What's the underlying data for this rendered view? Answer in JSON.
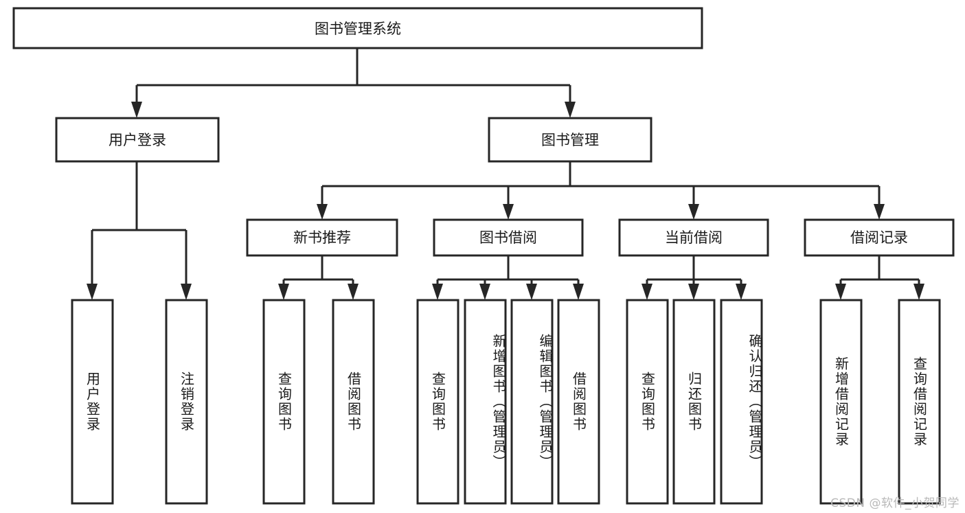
{
  "diagram": {
    "type": "tree-hierarchy",
    "title": "图书管理系统",
    "root": {
      "id": "root",
      "label": "图书管理系统",
      "orientation": "horizontal"
    },
    "level2": [
      {
        "id": "user-login",
        "label": "用户登录",
        "orientation": "horizontal"
      },
      {
        "id": "book-manage",
        "label": "图书管理",
        "orientation": "horizontal"
      }
    ],
    "level3": [
      {
        "id": "new-book-recommend",
        "label": "新书推荐",
        "orientation": "horizontal",
        "parent": "book-manage"
      },
      {
        "id": "book-borrow",
        "label": "图书借阅",
        "orientation": "horizontal",
        "parent": "book-manage"
      },
      {
        "id": "current-borrow",
        "label": "当前借阅",
        "orientation": "horizontal",
        "parent": "book-manage"
      },
      {
        "id": "borrow-record",
        "label": "借阅记录",
        "orientation": "horizontal",
        "parent": "book-manage"
      }
    ],
    "leaves": [
      {
        "id": "leaf-user-login",
        "label": "用户登录",
        "orientation": "vertical",
        "parent": "user-login"
      },
      {
        "id": "leaf-user-logout",
        "label": "注销登录",
        "orientation": "vertical",
        "parent": "user-login"
      },
      {
        "id": "leaf-query-book-1",
        "label": "查询图书",
        "orientation": "vertical",
        "parent": "new-book-recommend"
      },
      {
        "id": "leaf-borrow-book-1",
        "label": "借阅图书",
        "orientation": "vertical",
        "parent": "new-book-recommend"
      },
      {
        "id": "leaf-query-book-2",
        "label": "查询图书",
        "orientation": "vertical",
        "parent": "book-borrow"
      },
      {
        "id": "leaf-add-book",
        "label": "新增图书（管理员）",
        "orientation": "vertical",
        "parent": "book-borrow"
      },
      {
        "id": "leaf-edit-book",
        "label": "编辑图书（管理员）",
        "orientation": "vertical",
        "parent": "book-borrow"
      },
      {
        "id": "leaf-borrow-book-2",
        "label": "借阅图书",
        "orientation": "vertical",
        "parent": "book-borrow"
      },
      {
        "id": "leaf-query-book-3",
        "label": "查询图书",
        "orientation": "vertical",
        "parent": "current-borrow"
      },
      {
        "id": "leaf-return-book",
        "label": "归还图书",
        "orientation": "vertical",
        "parent": "current-borrow"
      },
      {
        "id": "leaf-confirm-return",
        "label": "确认归还（管理员）",
        "orientation": "vertical",
        "parent": "current-borrow"
      },
      {
        "id": "leaf-add-record",
        "label": "新增借阅记录",
        "orientation": "vertical",
        "parent": "borrow-record"
      },
      {
        "id": "leaf-query-record",
        "label": "查询借阅记录",
        "orientation": "vertical",
        "parent": "borrow-record"
      }
    ]
  },
  "watermark": {
    "text": "CSDN @软件_小贺同学"
  },
  "colors": {
    "stroke": "#262626",
    "box_fill": "#ffffff",
    "text": "#1a1a1a",
    "background": "#ffffff",
    "watermark": "#b9b9b9"
  }
}
